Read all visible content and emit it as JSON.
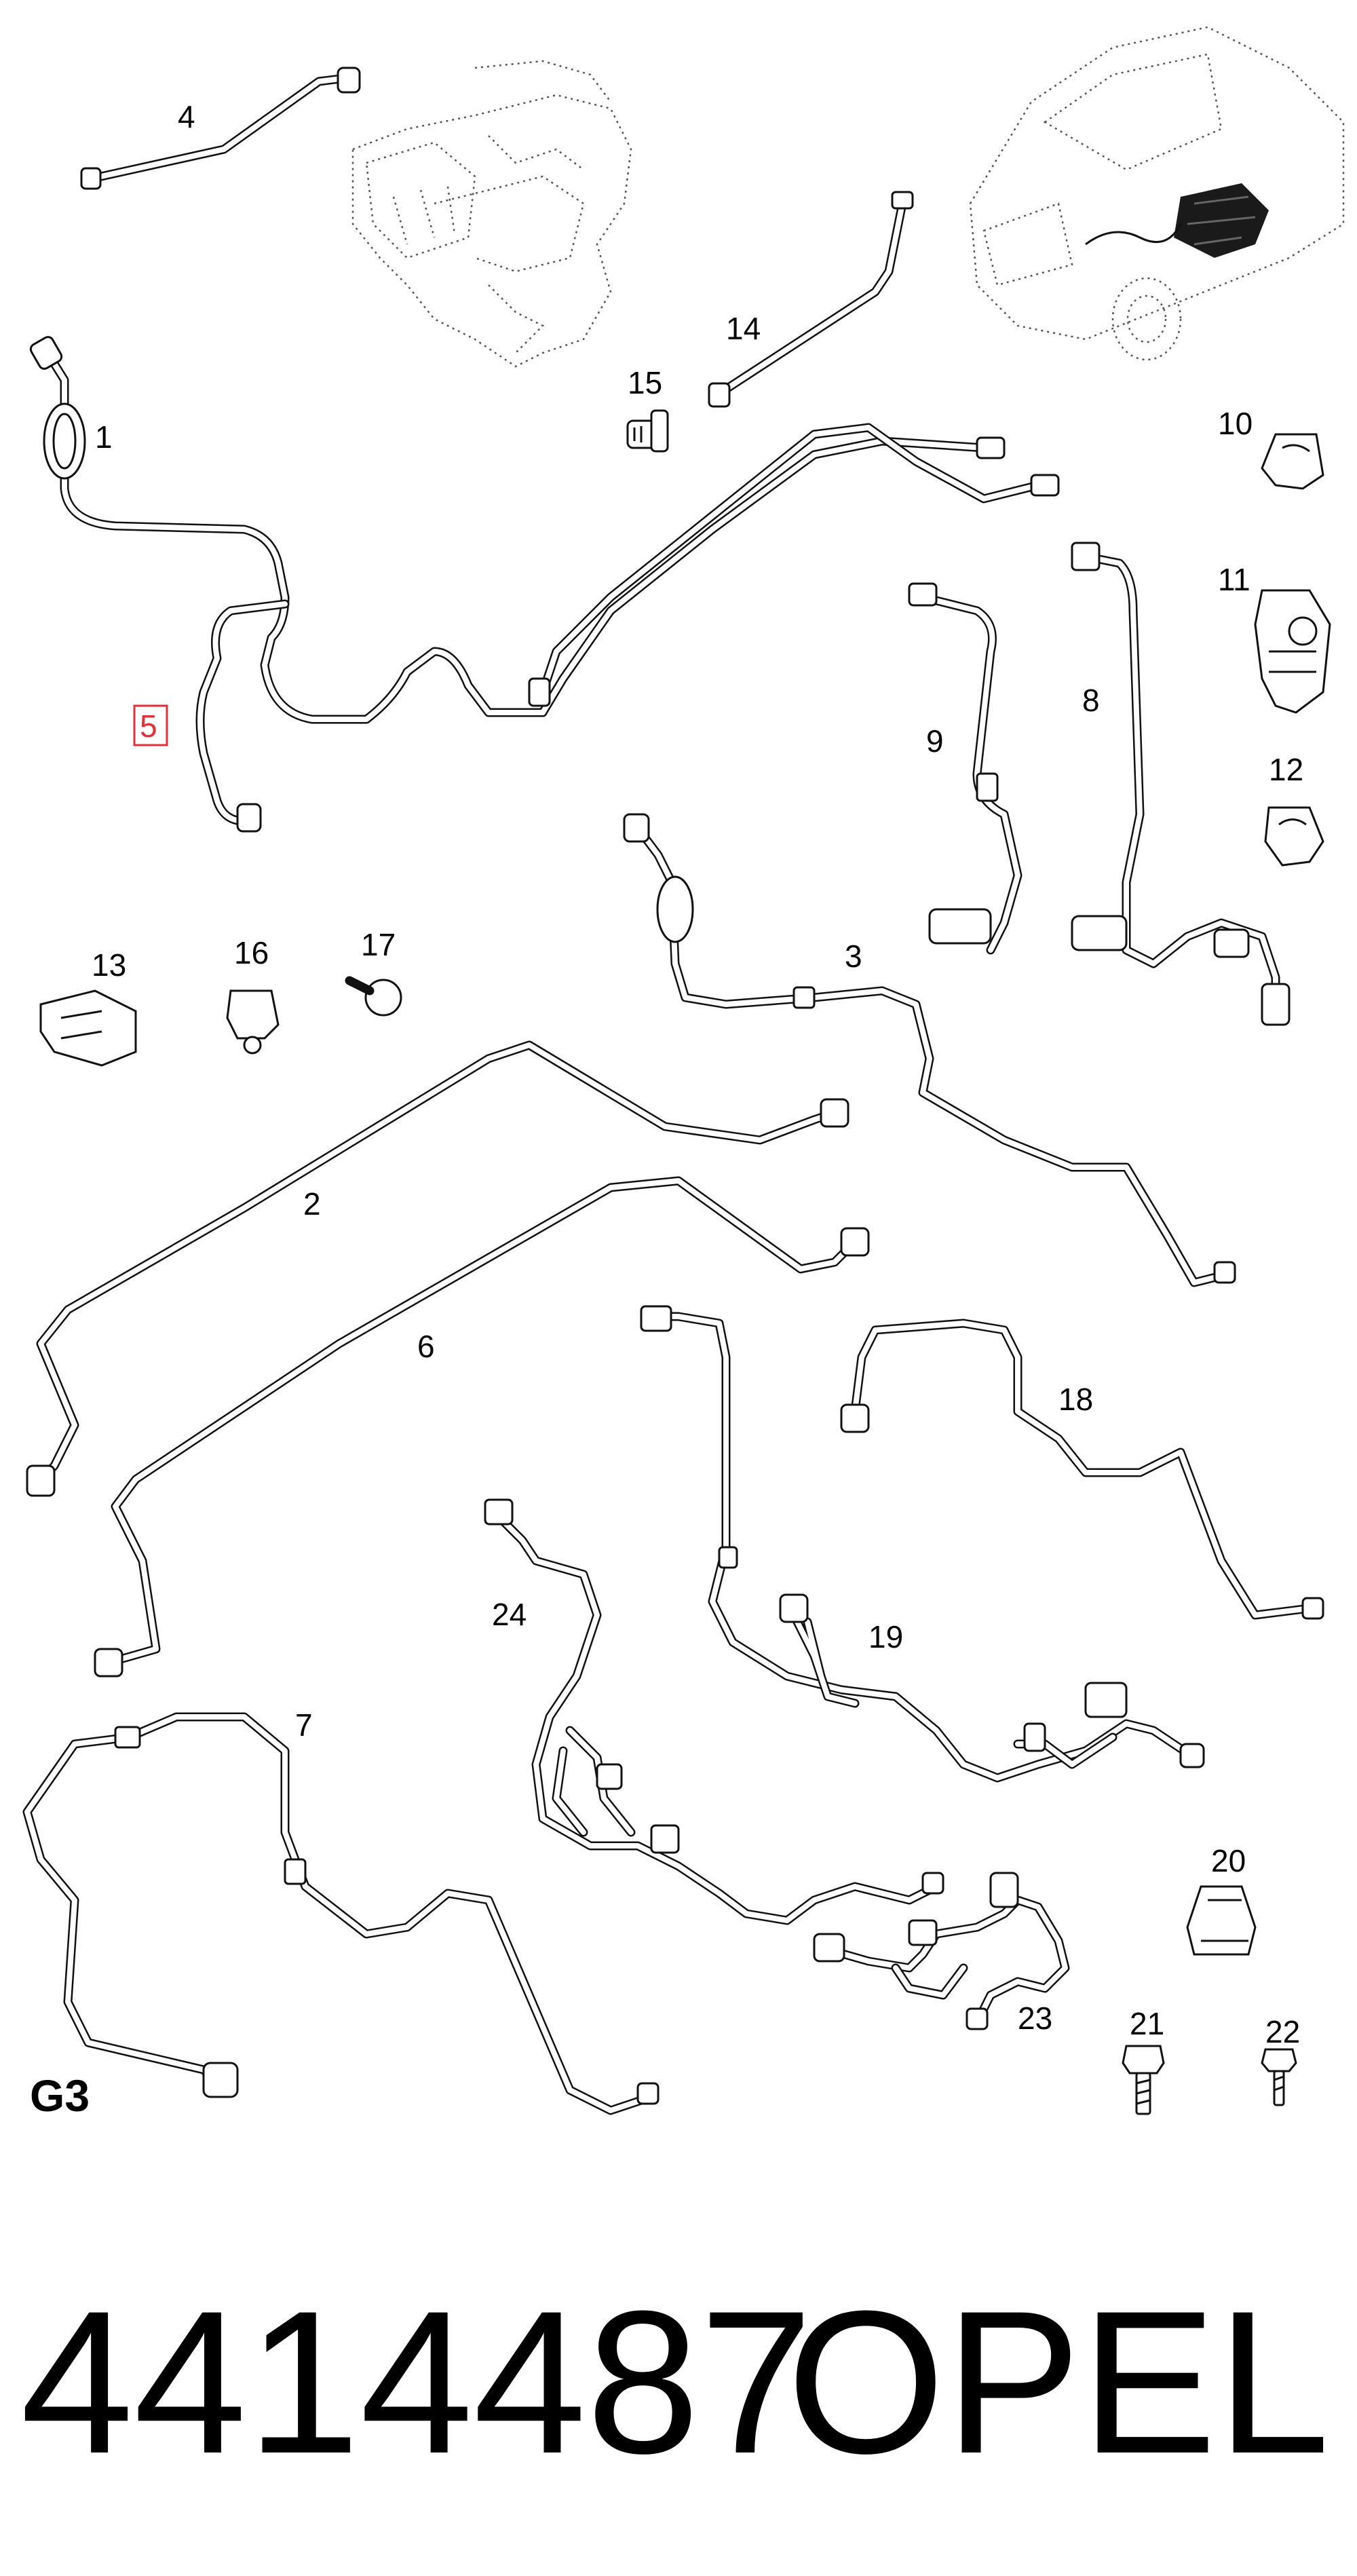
{
  "part_labels": [
    {
      "id": "1",
      "text": "1"
    },
    {
      "id": "2",
      "text": "2"
    },
    {
      "id": "3",
      "text": "3"
    },
    {
      "id": "4",
      "text": "4"
    },
    {
      "id": "5",
      "text": "5"
    },
    {
      "id": "6",
      "text": "6"
    },
    {
      "id": "7",
      "text": "7"
    },
    {
      "id": "8",
      "text": "8"
    },
    {
      "id": "9",
      "text": "9"
    },
    {
      "id": "10",
      "text": "10"
    },
    {
      "id": "11",
      "text": "11"
    },
    {
      "id": "12",
      "text": "12"
    },
    {
      "id": "13",
      "text": "13"
    },
    {
      "id": "14",
      "text": "14"
    },
    {
      "id": "15",
      "text": "15"
    },
    {
      "id": "16",
      "text": "16"
    },
    {
      "id": "17",
      "text": "17"
    },
    {
      "id": "18",
      "text": "18"
    },
    {
      "id": "19",
      "text": "19"
    },
    {
      "id": "20",
      "text": "20"
    },
    {
      "id": "21",
      "text": "21"
    },
    {
      "id": "22",
      "text": "22"
    },
    {
      "id": "23",
      "text": "23"
    },
    {
      "id": "24",
      "text": "24"
    }
  ],
  "highlighted_part": "5",
  "highlight_color": "#e0303a",
  "section_code": "G3",
  "part_number": "4414487",
  "brand": "OPEL"
}
